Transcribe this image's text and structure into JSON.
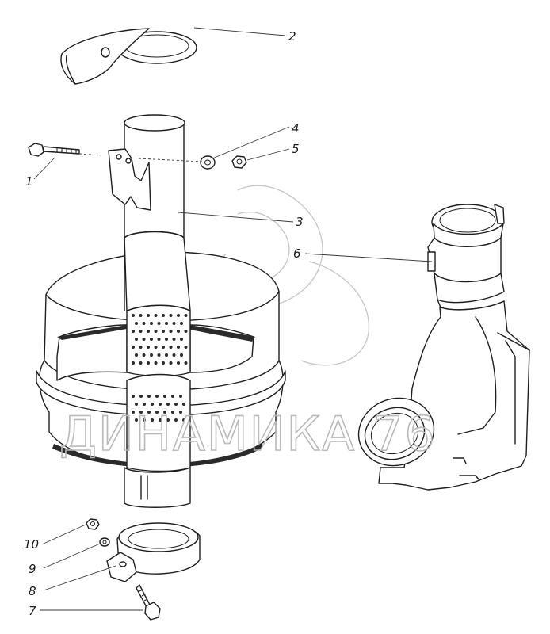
{
  "diagram": {
    "callouts": [
      "1",
      "2",
      "3",
      "4",
      "5",
      "6",
      "7",
      "8",
      "9",
      "10"
    ]
  },
  "watermark": {
    "text": "ДИНАМИКА 76"
  }
}
